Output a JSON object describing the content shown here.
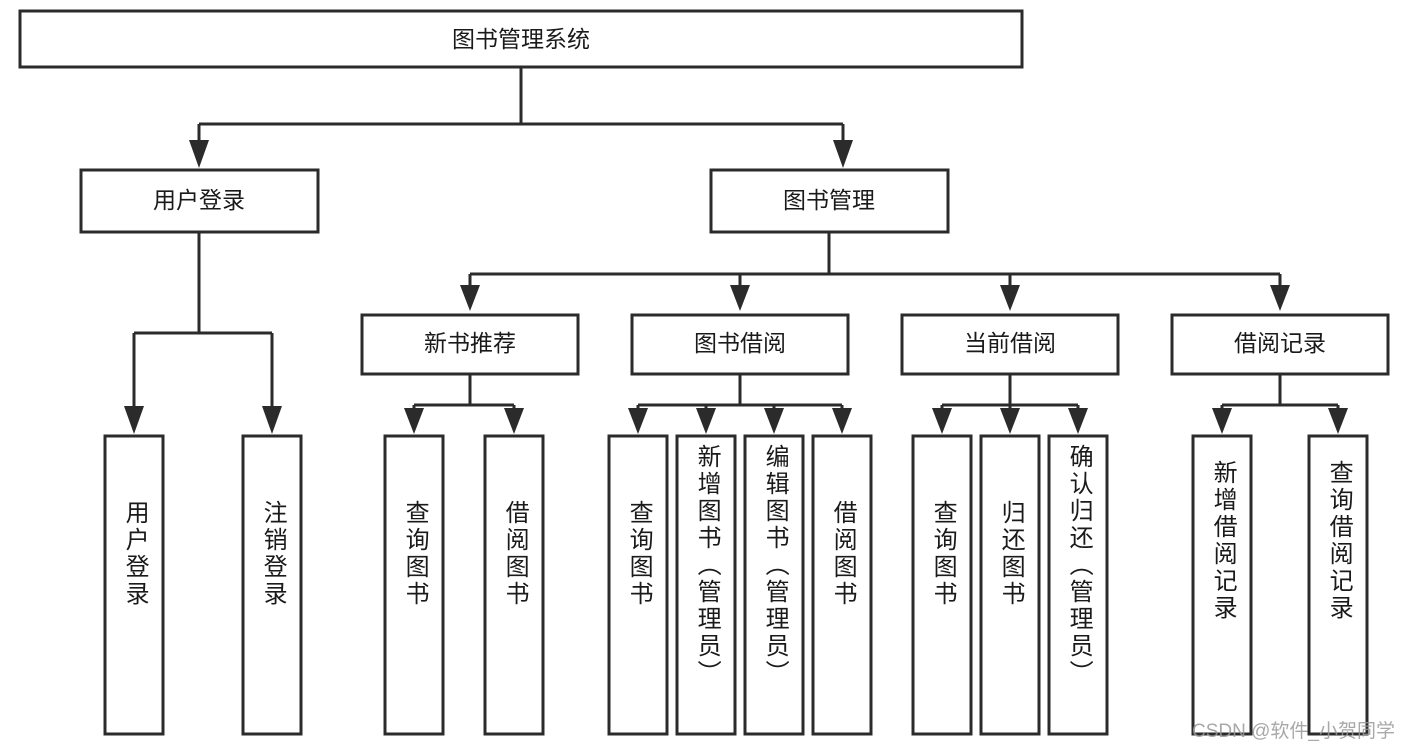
{
  "diagram": {
    "type": "hierarchy-tree",
    "title": "图书管理系统",
    "colors": {
      "box_stroke": "#2b2b2b",
      "box_fill": "#ffffff",
      "text": "#1a1a1a",
      "background": "#ffffff",
      "watermark": "#9a9a9a"
    },
    "root": {
      "label": "图书管理系统"
    },
    "level2": [
      {
        "label": "用户登录"
      },
      {
        "label": "图书管理"
      }
    ],
    "level3": [
      {
        "label": "新书推荐"
      },
      {
        "label": "图书借阅"
      },
      {
        "label": "当前借阅"
      },
      {
        "label": "借阅记录"
      }
    ],
    "leaves": {
      "user_login": [
        {
          "label": "用户登录"
        },
        {
          "label": "注销登录"
        }
      ],
      "new_book_recommend": [
        {
          "label": "查询图书"
        },
        {
          "label": "借阅图书"
        }
      ],
      "book_borrow": [
        {
          "label": "查询图书"
        },
        {
          "label": "新增图书（管理员）"
        },
        {
          "label": "编辑图书（管理员）"
        },
        {
          "label": "借阅图书"
        }
      ],
      "current_borrow": [
        {
          "label": "查询图书"
        },
        {
          "label": "归还图书"
        },
        {
          "label": "确认归还（管理员）"
        }
      ],
      "borrow_record": [
        {
          "label": "新增借阅记录"
        },
        {
          "label": "查询借阅记录"
        }
      ]
    }
  },
  "watermark": {
    "text": "CSDN @软件_小贺同学"
  }
}
